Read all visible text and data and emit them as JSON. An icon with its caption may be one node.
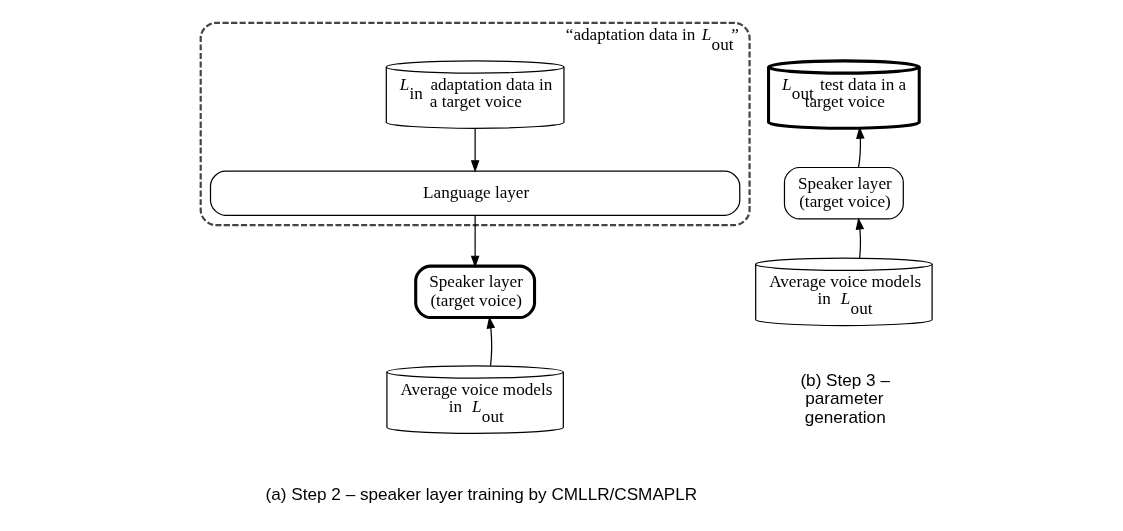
{
  "diagram": {
    "nodes": [
      {
        "text": [
          "“adaptation data in *L*$_{out}$”"
        ]
      },
      {
        "text": [
          "*L*$_{in}$ adaptation data in a target voice"
        ],
        "in": 0
      },
      {
        "text": [
          "Language layer"
        ],
        "in": 0
      },
      {
        "text": [
          "Speaker layer (target voice)"
        ]
      },
      {
        "text": [
          "Average voice models in *L*$_{out}$"
        ]
      },
      {
        "text": [
          "*L*$_{out}$ test data in a target voice"
        ]
      },
      {
        "text": [
          "Speaker layer (target voice)"
        ]
      },
      {
        "text": [
          "Average voice models in *L*$_{out}$"
        ]
      }
    ],
    "edges": [
      {
        "from": 1,
        "to": 2,
        "arrow": "to"
      },
      {
        "from": 2,
        "to": 3,
        "arrow": "to"
      },
      {
        "from": 4,
        "to": 3,
        "arrow": "to"
      },
      {
        "from": 7,
        "to": 6,
        "arrow": "to"
      },
      {
        "from": 6,
        "to": 5,
        "arrow": "to"
      }
    ],
    "labels": [
      "(a) Step 2 – speaker layer training by CMLLR/CSMAPLR",
      "(b) Step 3 – parameter generation"
    ]
  }
}
